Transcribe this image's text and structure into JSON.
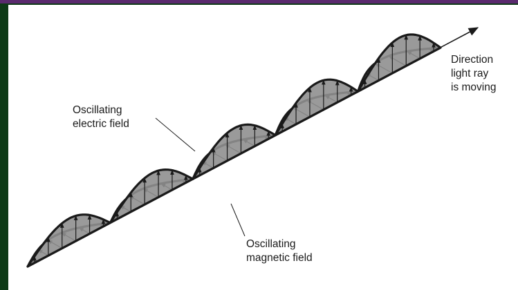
{
  "labels": {
    "electric_line1": "Oscillating",
    "electric_line2": "electric field",
    "magnetic_line1": "Oscillating",
    "magnetic_line2": "magnetic field",
    "direction_line1": "Direction",
    "direction_line2": "light ray",
    "direction_line3": "is moving"
  },
  "colors": {
    "frame": "#0e3a17",
    "accent_bar": "#5a2a6e",
    "panel": "#ffffff",
    "ink": "#1a1a1a",
    "electric_fill": "#8f8f8f"
  },
  "wave": {
    "electric_loops": 5,
    "magnetic_loops": 5,
    "field_vectors_per_loop": 6
  }
}
